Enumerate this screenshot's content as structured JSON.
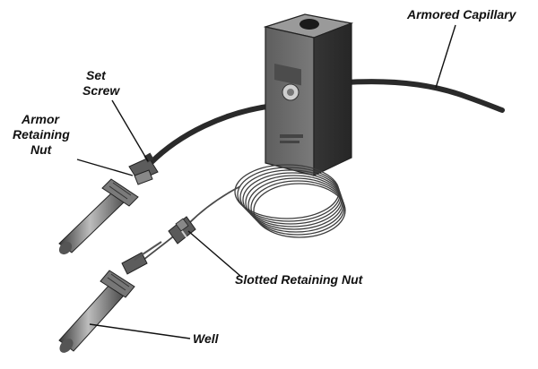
{
  "labels": {
    "armored_capillary": "Armored Capillary",
    "set_screw_line1": "Set",
    "set_screw_line2": "Screw",
    "armor_nut_line1": "Armor",
    "armor_nut_line2": "Retaining",
    "armor_nut_line3": "Nut",
    "slotted_nut": "Slotted Retaining Nut",
    "well": "Well"
  }
}
